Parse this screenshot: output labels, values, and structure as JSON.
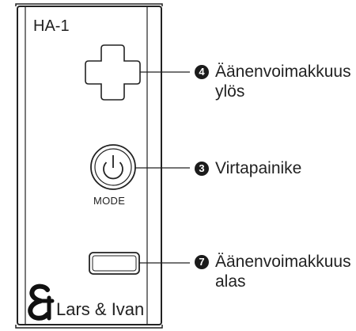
{
  "device": {
    "model": "HA-1",
    "mode_label": "MODE",
    "brand": "Lars & Ivan",
    "brand_mark_icon": "ampersand-logo-icon"
  },
  "callouts": [
    {
      "number": "4",
      "line1": "Äänenvoimakkuus",
      "line2": "ylös",
      "target": "volume-up-button"
    },
    {
      "number": "3",
      "line1": "Virtapainike",
      "line2": "",
      "target": "power-mode-button"
    },
    {
      "number": "7",
      "line1": "Äänenvoimakkuus",
      "line2": "alas",
      "target": "volume-down-button"
    }
  ],
  "colors": {
    "line": "#222222",
    "background": "#ffffff",
    "badge": "#1b1b1b"
  }
}
